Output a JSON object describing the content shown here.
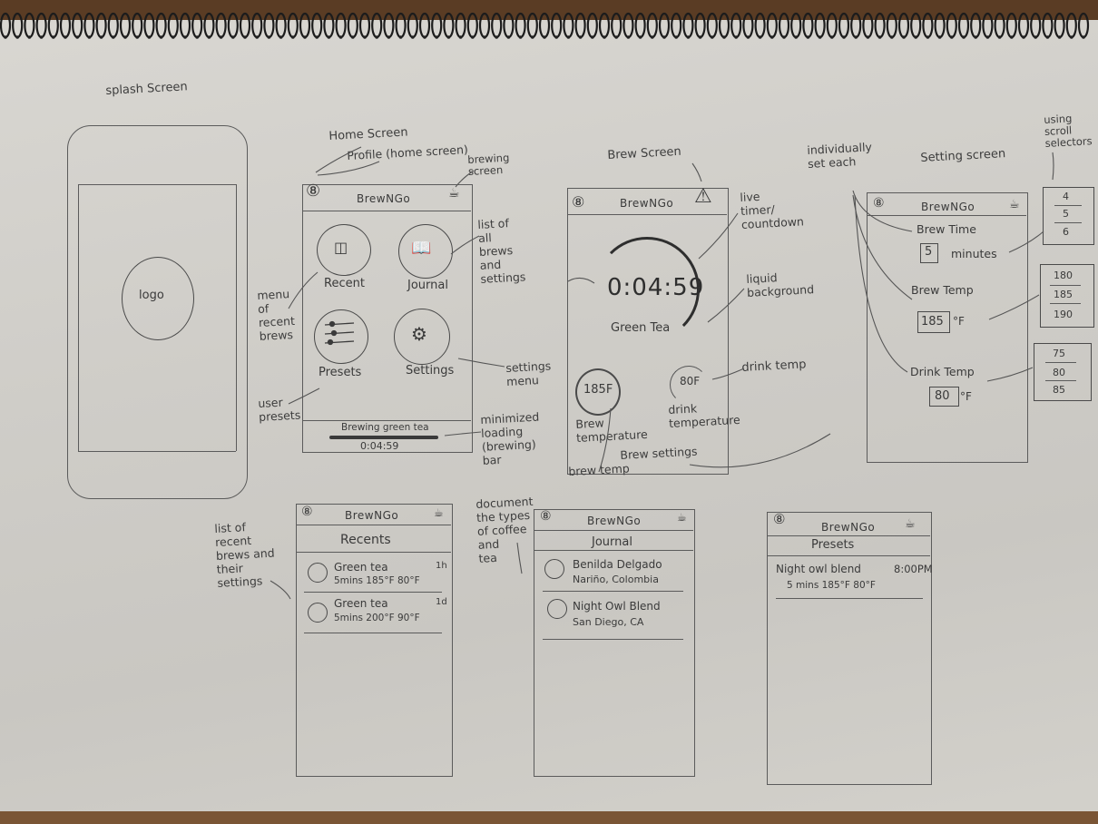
{
  "colors": {
    "paper": "#d3d1cb",
    "pencil": "#3a3a3a",
    "table": "#6b4a2e"
  },
  "splash": {
    "title": "splash Screen",
    "logo": "logo"
  },
  "home": {
    "label": "Home Screen",
    "profile_note": "Profile (home screen)",
    "brewing_note": "brewing\nscreen",
    "app_name": "BrewNGo",
    "recent": "Recent",
    "journal": "Journal",
    "presets": "Presets",
    "settings": "Settings",
    "bar_text": "Brewing green tea",
    "bar_time": "0:04:59",
    "note_list": "list of\nall\nbrews\nand\nsettings",
    "note_menu": "menu\nof\nrecent\nbrews",
    "note_settings": "settings\nmenu",
    "note_user": "user\npresets",
    "note_bar": "minimized\nloading\n(brewing)\nbar"
  },
  "brew": {
    "label": "Brew Screen",
    "app_name": "BrewNGo",
    "timer": "0:04:59",
    "tea": "Green Tea",
    "temp1": "185F",
    "temp1_label": "Brew\ntemperature",
    "temp2": "80F",
    "temp2_label": "drink\ntemperature",
    "note_timer": "live\ntimer/\ncountdown",
    "note_liquid": "liquid\nbackground",
    "note_drink": "drink temp",
    "note_brewtemp": "brew temp",
    "note_settings": "Brew settings"
  },
  "settings": {
    "label": "Setting screen",
    "note_each": "individually\nset each",
    "note_scroll": "using\nscroll\nselectors",
    "app_name": "BrewNGo",
    "time_label": "Brew Time",
    "time_value": "5",
    "time_unit": "minutes",
    "temp_label": "Brew Temp",
    "temp_value": "185",
    "temp_unit": "°F",
    "drink_label": "Drink Temp",
    "drink_value": "80",
    "drink_unit": "°F",
    "scroll1": [
      "4",
      "5",
      "6"
    ],
    "scroll2": [
      "180",
      "185",
      "190"
    ],
    "scroll3": [
      "75",
      "80",
      "85"
    ]
  },
  "recents": {
    "app_name": "BrewNGo",
    "title": "Recents",
    "note": "list of\nrecent\nbrews and\ntheir\nsettings",
    "items": [
      {
        "name": "Green tea",
        "detail": "5mins  185°F  80°F",
        "age": "1h"
      },
      {
        "name": "Green tea",
        "detail": "5mins  200°F  90°F",
        "age": "1d"
      }
    ]
  },
  "journal": {
    "app_name": "BrewNGo",
    "title": "Journal",
    "note": "document\nthe types\nof coffee\nand\ntea",
    "items": [
      {
        "name": "Benilda Delgado",
        "detail": "Nariño, Colombia"
      },
      {
        "name": "Night Owl Blend",
        "detail": "San Diego, CA"
      }
    ]
  },
  "presets": {
    "app_name": "BrewNGo",
    "title": "Presets",
    "items": [
      {
        "name": "Night owl blend",
        "time": "8:00PM",
        "detail": "5 mins   185°F   80°F"
      }
    ]
  }
}
